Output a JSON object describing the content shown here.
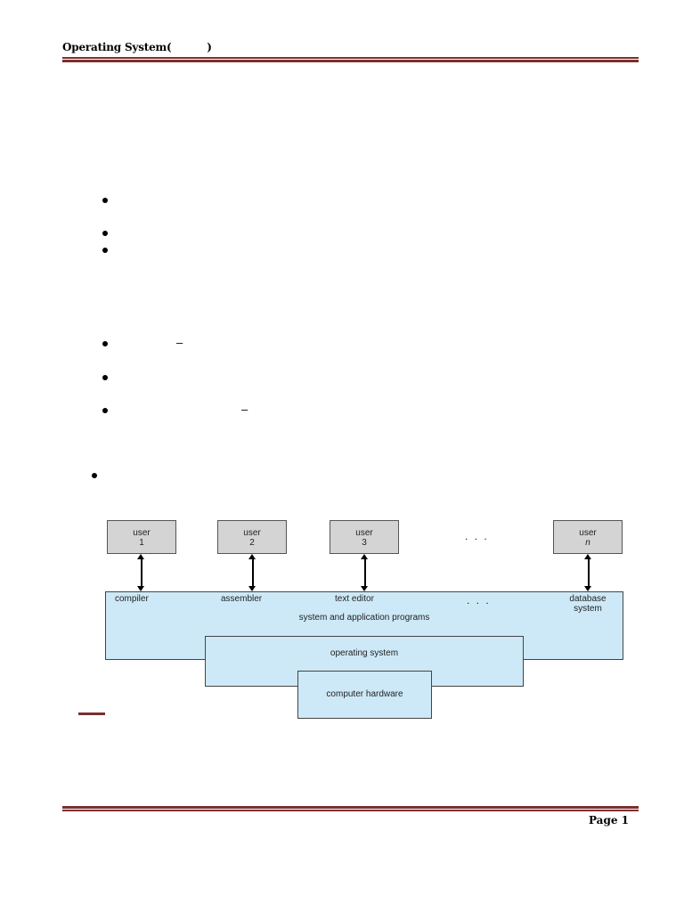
{
  "header": {
    "running_head": "Operating System(          )"
  },
  "dashes": [
    "–",
    "–"
  ],
  "diagram": {
    "users": [
      {
        "label": "user",
        "num": "1",
        "italic": false
      },
      {
        "label": "user",
        "num": "2",
        "italic": false
      },
      {
        "label": "user",
        "num": "3",
        "italic": false
      },
      {
        "label": "user",
        "num": "n",
        "italic": true
      }
    ],
    "ellipsis_top": ". . .",
    "ellipsis_mid": ". . .",
    "programs": [
      "compiler",
      "assembler",
      "text editor",
      "database\nsystem"
    ],
    "system_programs": "system and application programs",
    "operating_system": "operating system",
    "hardware": "computer hardware"
  },
  "footer": {
    "page": "Page 1"
  }
}
